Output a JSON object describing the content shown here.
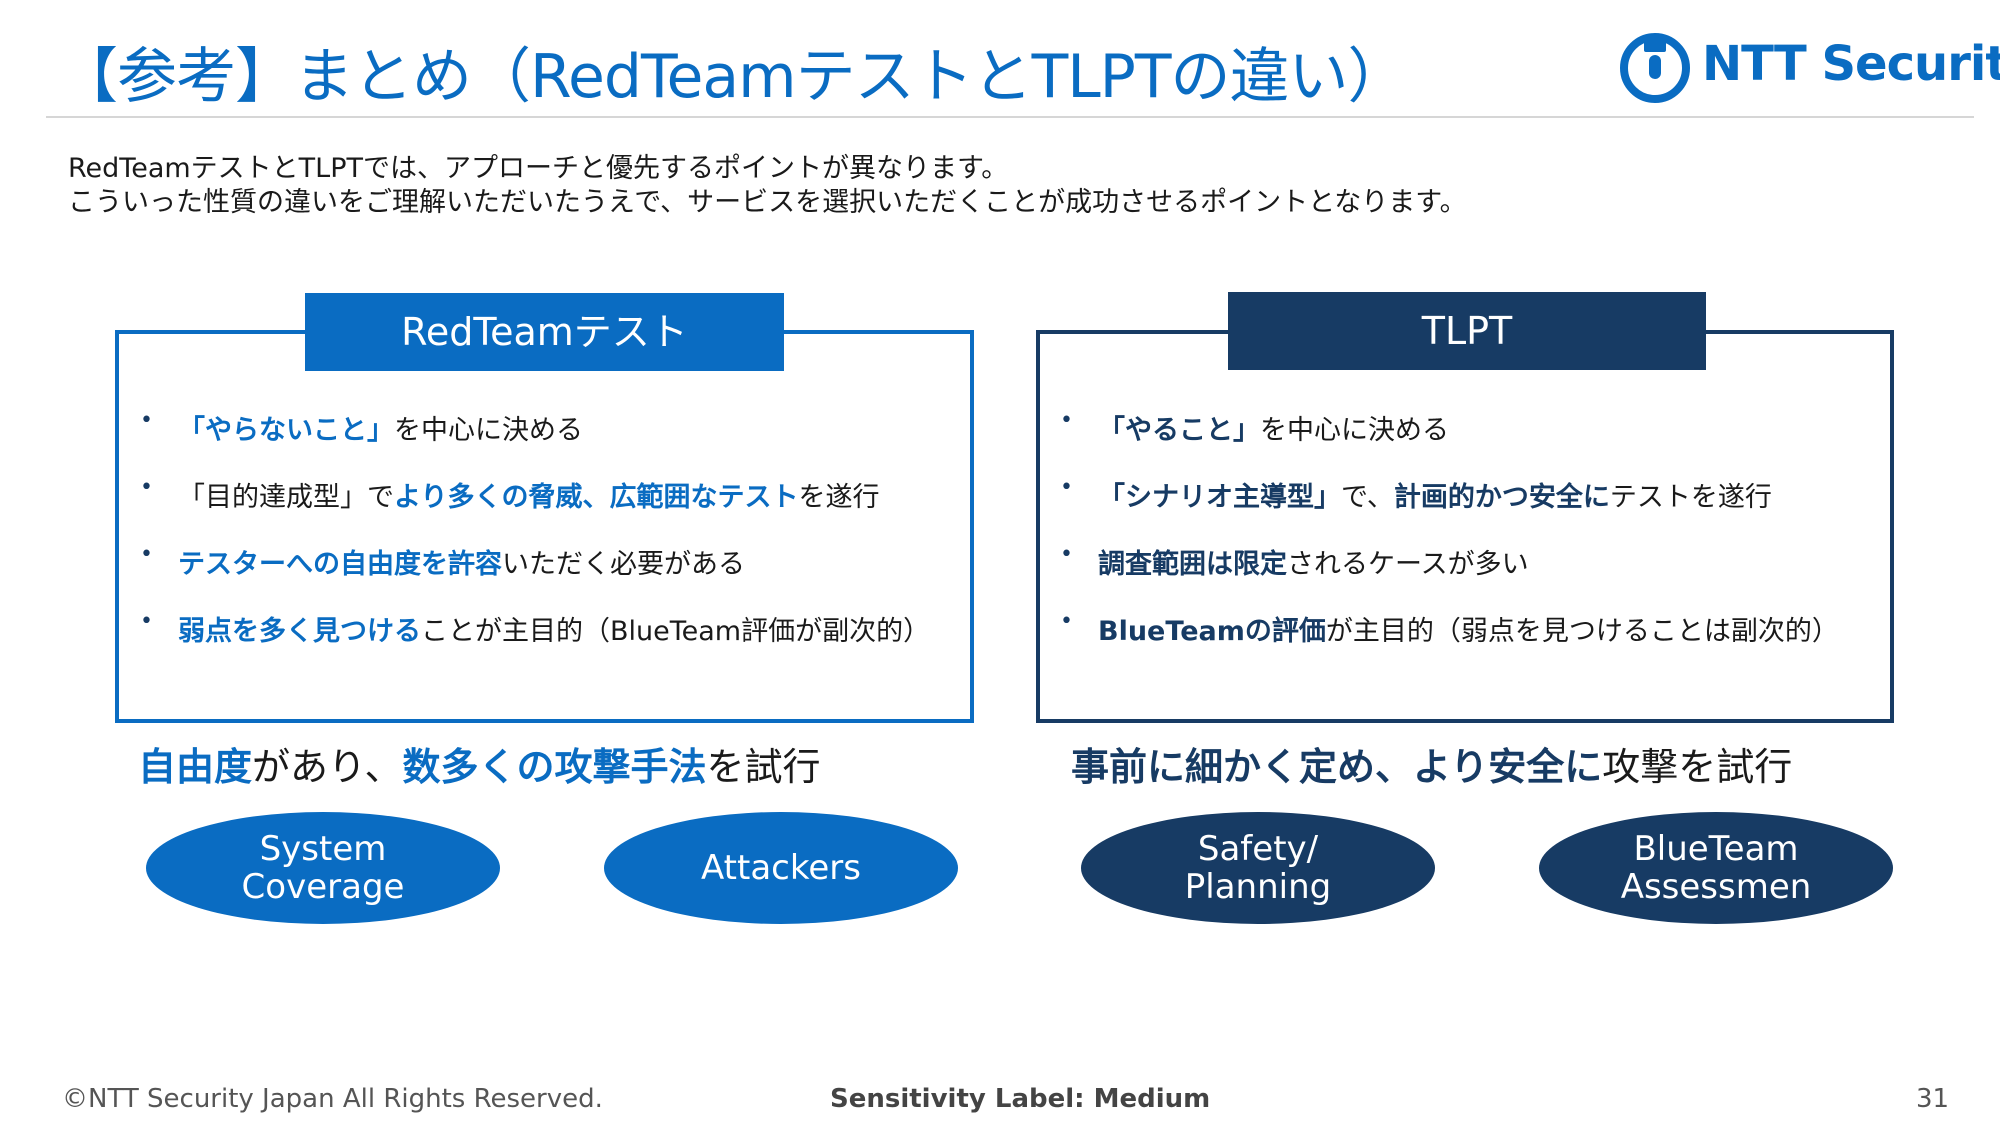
{
  "slide": {
    "title": "【参考】まとめ（RedTeamテストとTLPTの違い）",
    "logo_text": "NTT Security",
    "intro_lines": [
      "RedTeamテストとTLPTでは、アプローチと優先するポイントが異なります。",
      "こういった性質の違いをご理解いただいたうえで、サービスを選択いただくことが成功させるポイントとなります。"
    ]
  },
  "left": {
    "tab_label": "RedTeamテスト",
    "bullets": [
      {
        "segments": [
          {
            "text": "「やらないこと」",
            "hl": true
          },
          {
            "text": "を中心に決める",
            "hl": false
          }
        ]
      },
      {
        "segments": [
          {
            "text": "「目的達成型」で",
            "hl": false
          },
          {
            "text": "より多くの脅威、広範囲なテスト",
            "hl": true
          },
          {
            "text": "を遂行",
            "hl": false
          }
        ]
      },
      {
        "segments": [
          {
            "text": "テスターへの自由度を許容",
            "hl": true
          },
          {
            "text": "いただく必要がある",
            "hl": false
          }
        ]
      },
      {
        "segments": [
          {
            "text": "弱点を多く見つける",
            "hl": true
          },
          {
            "text": "ことが主目的（BlueTeam評価が副次的）",
            "hl": false
          }
        ]
      }
    ],
    "summary": [
      {
        "text": "自由度",
        "hl": true
      },
      {
        "text": "があり、",
        "hl": false
      },
      {
        "text": "数多くの攻撃手法",
        "hl": true
      },
      {
        "text": "を試行",
        "hl": false
      }
    ],
    "ellipses": [
      "System\nCoverage",
      "Attackers"
    ]
  },
  "right": {
    "tab_label": "TLPT",
    "bullets": [
      {
        "segments": [
          {
            "text": "「やること」",
            "hl": true
          },
          {
            "text": "を中心に決める",
            "hl": false
          }
        ]
      },
      {
        "segments": [
          {
            "text": "「シナリオ主導型」",
            "hl": true
          },
          {
            "text": "で、",
            "hl": false
          },
          {
            "text": "計画的かつ安全に",
            "hl": true
          },
          {
            "text": "テストを遂行",
            "hl": false
          }
        ]
      },
      {
        "segments": [
          {
            "text": "調査範囲は限定",
            "hl": true
          },
          {
            "text": "されるケースが多い",
            "hl": false
          }
        ]
      },
      {
        "segments": [
          {
            "text": "BlueTeamの評価",
            "hl": true
          },
          {
            "text": "が主目的（弱点を見つけることは副次的）",
            "hl": false
          }
        ]
      }
    ],
    "summary": [
      {
        "text": "事前に細かく定め、より安全に",
        "hl": true
      },
      {
        "text": "攻撃を試行",
        "hl": false
      }
    ],
    "ellipses": [
      "Safety/\nPlanning",
      "BlueTeam\nAssessmen"
    ]
  },
  "footer": {
    "copyright": "©NTT Security Japan All Rights Reserved.",
    "sensitivity": "Sensitivity Label: Medium",
    "page_number": "31"
  },
  "colors": {
    "accent_blue": "#0a6cc2",
    "navy": "#173b64"
  }
}
